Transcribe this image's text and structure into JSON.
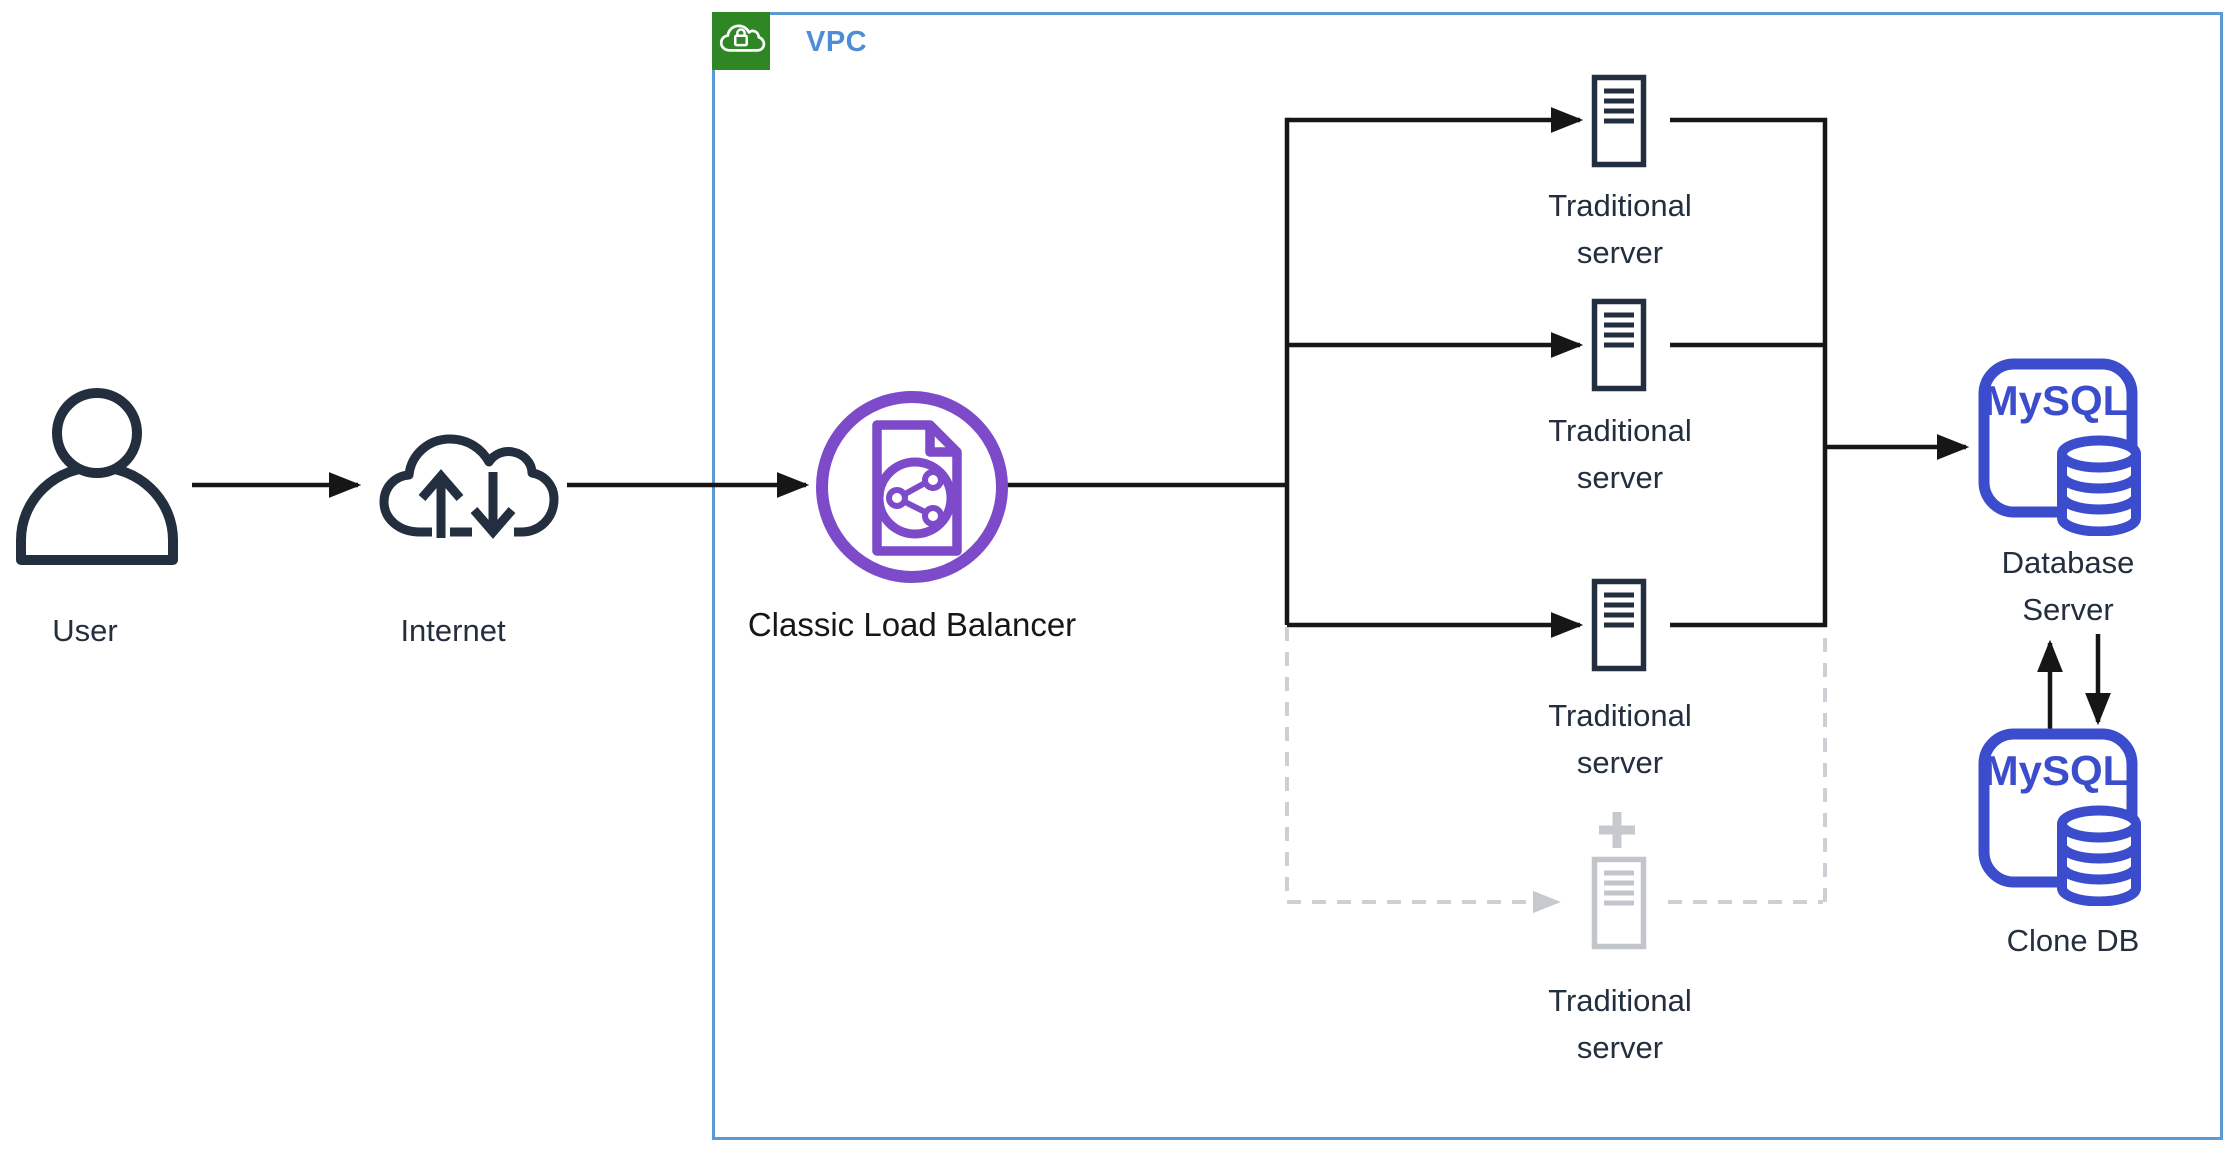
{
  "diagram": {
    "type": "aws-architecture-vpc-load-balancing",
    "background": "#FFFFFF"
  },
  "vpc": {
    "label": "VPC",
    "border_color": "#5B9BD5",
    "icon": "vpc-cloud-lock-icon",
    "icon_bg": "#2E8624",
    "label_color": "#4D8FD6"
  },
  "user": {
    "label": "User",
    "icon": "person-icon"
  },
  "internet": {
    "label": "Internet",
    "icon": "cloud-up-down-arrows-icon"
  },
  "load_balancer": {
    "label": "Classic Load Balancer",
    "icon": "classic-load-balancer-icon",
    "color": "#7D4AC9"
  },
  "servers": [
    {
      "label": "Traditional server",
      "icon": "server-tower-icon",
      "state": "active"
    },
    {
      "label": "Traditional server",
      "icon": "server-tower-icon",
      "state": "active"
    },
    {
      "label": "Traditional server",
      "icon": "server-tower-icon",
      "state": "active"
    },
    {
      "label": "Traditional server",
      "icon": "server-tower-icon",
      "state": "inactive-planned",
      "badge": "plus-icon"
    }
  ],
  "database_server": {
    "logo": "MySQL",
    "label": "Database Server",
    "icon": "mysql-database-icon",
    "color": "#3B4CCC"
  },
  "clone_db": {
    "logo": "MySQL",
    "label": "Clone DB",
    "icon": "mysql-database-icon",
    "color": "#3B4CCC"
  },
  "colors": {
    "icon_dark": "#232F3E",
    "connector": "#161616",
    "inactive_gray": "#C2C6CB",
    "dashed_gray": "#CCCFD4"
  }
}
